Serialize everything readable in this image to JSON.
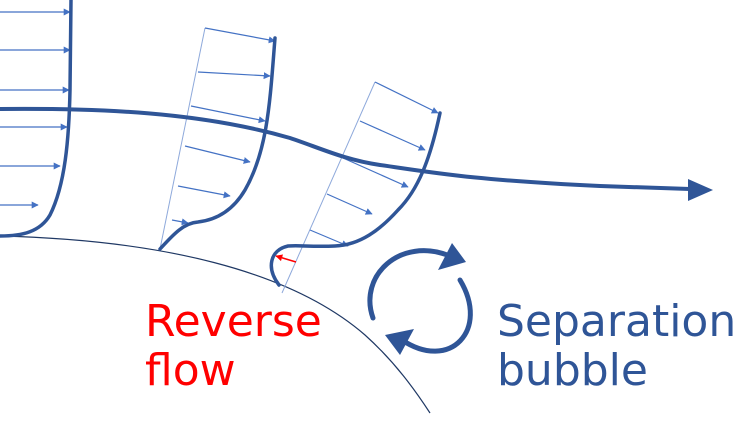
{
  "labels": {
    "reverse_line1": "Reverse",
    "reverse_line2": "flow",
    "separation_line1": "Separation",
    "separation_line2": "bubble"
  },
  "colors": {
    "flow": "#2f5597",
    "vector": "#4472c4",
    "reverse": "#ff0000",
    "surface": "#1f3864",
    "guide": "#8ea9db",
    "bubble_text": "#2f5597"
  }
}
